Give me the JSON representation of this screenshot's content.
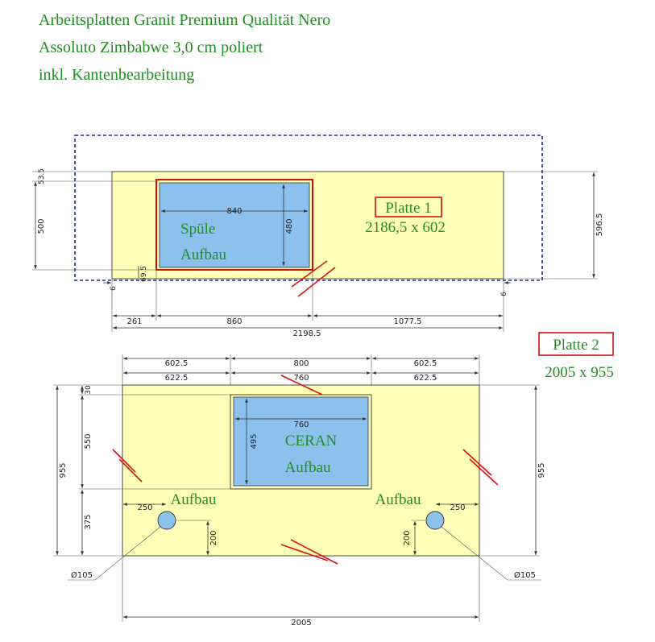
{
  "header": {
    "line1": "Arbeitsplatten Granit Premium Qualität Nero",
    "line2": "Assoluto Zimbabwe 3,0 cm poliert",
    "line3": "inkl. Kantenbearbeitung"
  },
  "plate1": {
    "label": "Platte 1",
    "size": "2186,5 x 602",
    "sink_line1": "Spüle",
    "sink_line2": "Aufbau",
    "dims": {
      "sink_width": "840",
      "sink_depth": "480",
      "left_depth": "500",
      "top_offset": "53.5",
      "bottom_offset": "69.5",
      "right_depth": "596.5",
      "left_edge": "6",
      "right_edge": "6",
      "seg_left": "261",
      "seg_mid": "860",
      "seg_right": "1077.5",
      "total": "2198.5"
    }
  },
  "plate2": {
    "label": "Platte 2",
    "size": "2005 x 955",
    "ceran_line1": "CERAN",
    "ceran_line2": "Aufbau",
    "left_hole_label": "Aufbau",
    "right_hole_label": "Aufbau",
    "dims": {
      "top_left": "602.5",
      "top_mid": "800",
      "top_right": "602.5",
      "sec_left": "622.5",
      "sec_mid": "760",
      "sec_right": "622.5",
      "inner_width": "760",
      "inner_depth": "495",
      "left_top": "30",
      "left_mid": "550",
      "left_bottom": "375",
      "left_total": "955",
      "right_total": "955",
      "hole_left_x": "250",
      "hole_right_x": "250",
      "hole_left_y": "200",
      "hole_right_y": "200",
      "hole_left_dia": "Ø105",
      "hole_right_dia": "Ø105",
      "total_width": "2005"
    }
  },
  "colors": {
    "plate_fill": "#ffffb8",
    "cutout_fill": "#8cc1ee",
    "title_green": "#1f8f1f",
    "accent_red": "#dd1111",
    "outline_blue": "#1a2a8a"
  }
}
